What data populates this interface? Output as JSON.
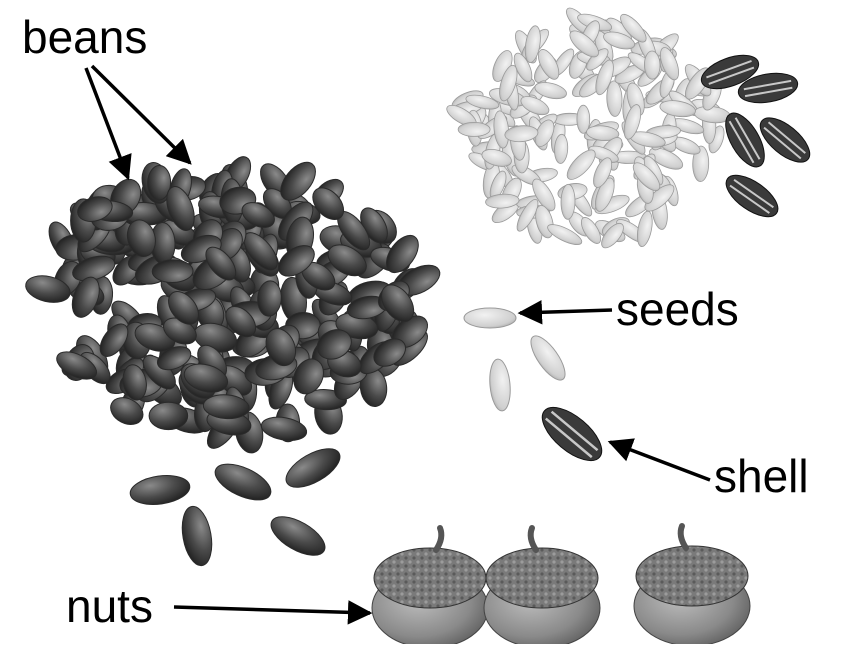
{
  "labels": {
    "beans": "beans",
    "seeds": "seeds",
    "shell": "shell",
    "nuts": "nuts"
  },
  "colors": {
    "bean": "#4a4a4a",
    "bean_dark": "#2a2a2a",
    "seed": "#d6d6d6",
    "seed_edge": "#9a9a9a",
    "shell": "#3a3a3a",
    "shell_stripe": "#c8c8c8",
    "acorn_body": "#8a8a8a",
    "acorn_cap": "#6e6e6e",
    "arrow": "#000000"
  }
}
